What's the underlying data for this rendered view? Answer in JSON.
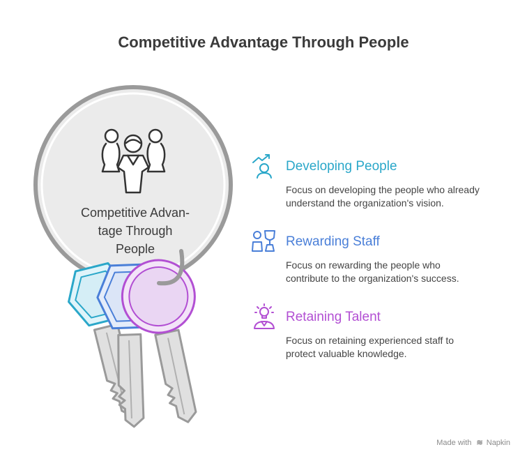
{
  "title": "Competitive Advantage Through People",
  "center": {
    "lines": [
      "Competitive Advan-",
      "tage Through",
      "People"
    ]
  },
  "items": [
    {
      "title": "Developing People",
      "description_lines": [
        "Focus on developing the people who already",
        "understand the organization's vision."
      ],
      "color": "#2aa7c9",
      "icon": "growth-person-icon"
    },
    {
      "title": "Rewarding Staff",
      "description_lines": [
        "Focus on rewarding the people who",
        "contribute to the organization's success."
      ],
      "color": "#4a7fd8",
      "icon": "trophy-person-icon"
    },
    {
      "title": "Retaining Talent",
      "description_lines": [
        "Focus on retaining experienced staff to",
        "protect valuable knowledge."
      ],
      "color": "#b24fd3",
      "icon": "idea-person-icon"
    }
  ],
  "footer": {
    "made_with": "Made with",
    "brand": "Napkin"
  }
}
